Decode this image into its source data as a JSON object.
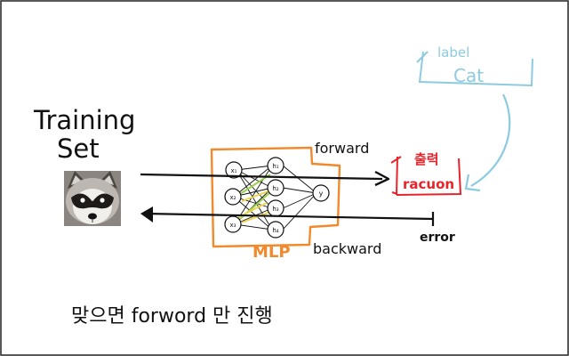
{
  "training": {
    "line1": "Training",
    "line2": "Set",
    "image_label": "raccoon-photo"
  },
  "network": {
    "name": "MLP",
    "inputs": [
      "x₁",
      "x₂",
      "x₃"
    ],
    "hidden": [
      "h₁",
      "h₂",
      "h₃",
      "h₄"
    ],
    "output": "y"
  },
  "arrows": {
    "forward": "forward",
    "backward": "backward"
  },
  "output_box": {
    "title": "출력",
    "value": "racuon"
  },
  "label_box": {
    "line1": "label",
    "line2": "Cat"
  },
  "error": {
    "text": "error"
  },
  "caption": {
    "text": "맞으면 forword 만 진행"
  },
  "colors": {
    "background": "#ffffff",
    "ink": "#111111",
    "mlp_box": "#f08a2c",
    "output_box": "#e8242b",
    "label_box": "#8ccbe0",
    "connection_green": "#9bcf4e",
    "connection_yellow": "#ebd64a"
  }
}
